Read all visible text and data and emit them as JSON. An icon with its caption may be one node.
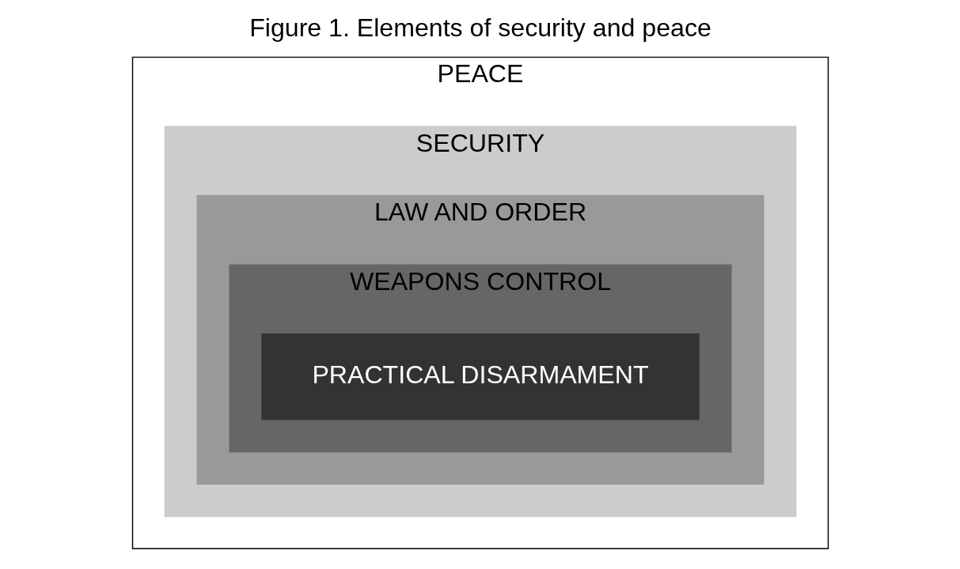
{
  "diagram": {
    "title": "Figure 1. Elements of security and peace",
    "nodes": [
      {
        "text": [
          "PEACE"
        ]
      },
      {
        "text": [
          "SECURITY"
        ],
        "in": 0
      },
      {
        "text": [
          "LAW AND ORDER"
        ],
        "in": 1
      },
      {
        "text": [
          "WEAPONS CONTROL"
        ],
        "in": 2
      },
      {
        "text": [
          "PRACTICAL DISARMAMENT"
        ],
        "in": 3
      }
    ],
    "edges": []
  }
}
